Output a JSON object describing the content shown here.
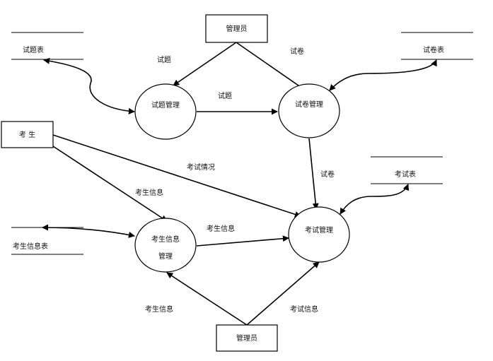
{
  "entities": {
    "admin_top": "管理员",
    "examinee": "考 生",
    "admin_bottom": "管理员"
  },
  "processes": {
    "question_mgmt": "试题管理",
    "paper_mgmt": "试卷管理",
    "examinee_info_mgmt_line1": "考生信息",
    "examinee_info_mgmt_line2": "管理",
    "exam_mgmt": "考试管理"
  },
  "stores": {
    "question_table": "试题表",
    "paper_table": "试卷表",
    "exam_table": "考试表",
    "examinee_info_table": "考生信息表"
  },
  "flows": {
    "admin_to_question": "试题",
    "admin_to_paper": "试卷",
    "question_to_paper": "试题",
    "paper_to_exam": "试卷",
    "examinee_to_exam": "考试情况",
    "examinee_to_info": "考生信息",
    "info_to_exam": "考生信息",
    "admin_to_info": "考生信息",
    "admin_to_exam": "考试信息"
  }
}
